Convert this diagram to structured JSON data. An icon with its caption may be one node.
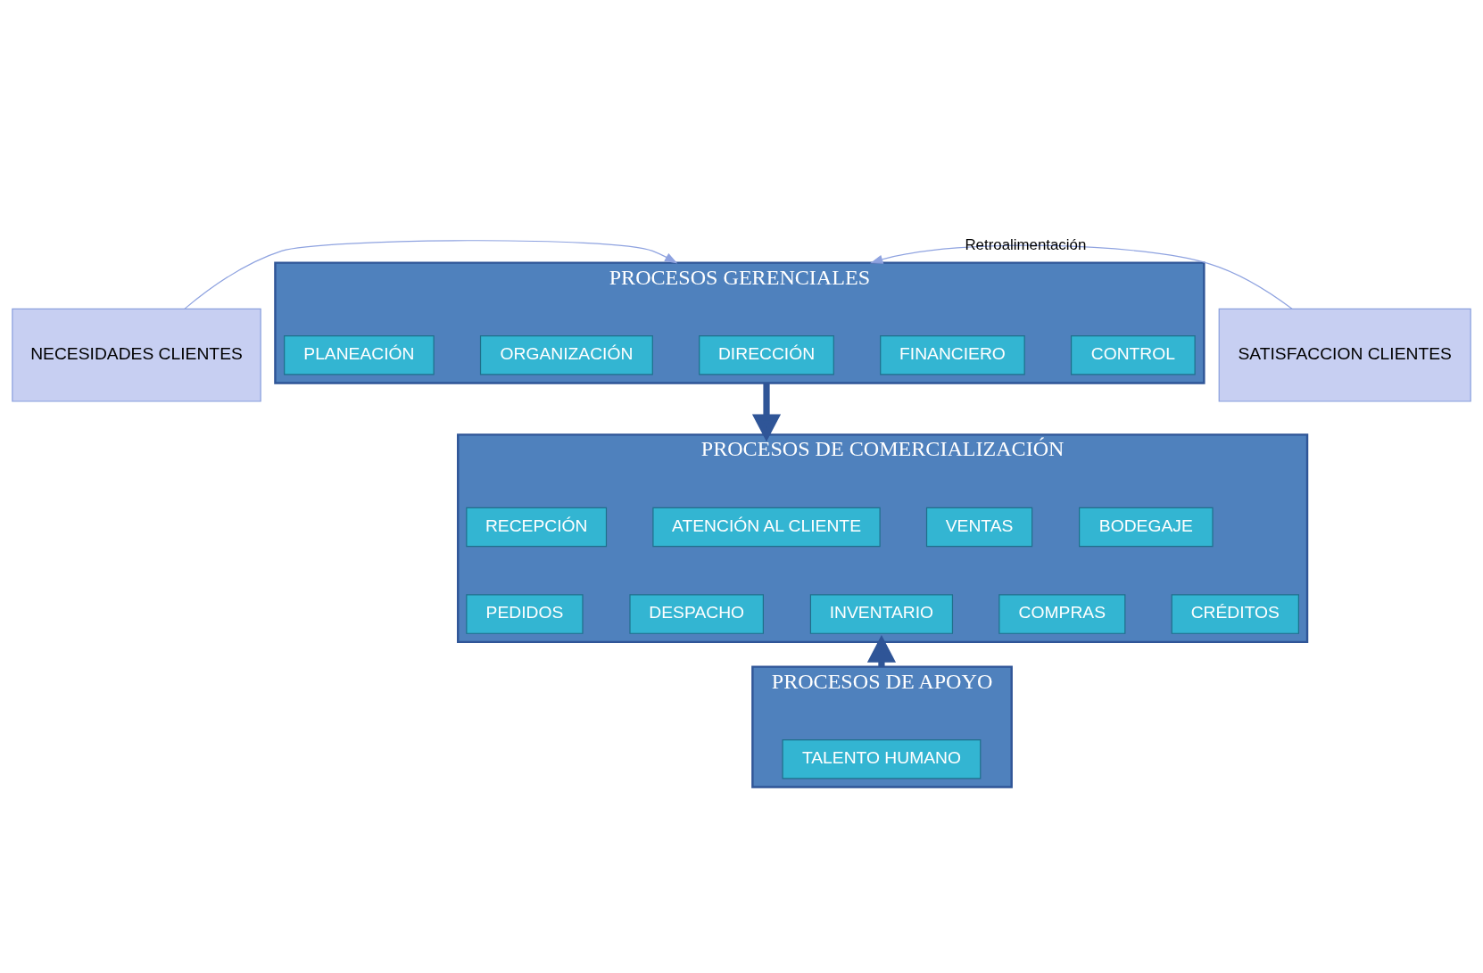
{
  "diagram": {
    "nodes": [
      {
        "text": [
          "NECESIDADES CLIENTES"
        ]
      },
      {
        "text": [
          "PROCESOS GERENCIALES"
        ]
      },
      {
        "text": [
          "PLANEACIÓN"
        ],
        "in": 1
      },
      {
        "text": [
          "ORGANIZACIÓN"
        ],
        "in": 1
      },
      {
        "text": [
          "DIRECCIÓN"
        ],
        "in": 1
      },
      {
        "text": [
          "FINANCIERO"
        ],
        "in": 1
      },
      {
        "text": [
          "CONTROL"
        ],
        "in": 1
      },
      {
        "text": [
          "PROCESOS DE COMERCIALIZACIÓN"
        ]
      },
      {
        "text": [
          "RECEPCIÓN"
        ],
        "in": 7
      },
      {
        "text": [
          "ATENCIÓN AL CLIENTE"
        ],
        "in": 7
      },
      {
        "text": [
          "VENTAS"
        ],
        "in": 7
      },
      {
        "text": [
          "BODEGAJE"
        ],
        "in": 7
      },
      {
        "text": [
          "CRÉDITOS"
        ],
        "in": 7
      },
      {
        "text": [
          "PEDIDOS"
        ],
        "in": 7
      },
      {
        "text": [
          "DESPACHO"
        ],
        "in": 7
      },
      {
        "text": [
          "INVENTARIO"
        ],
        "in": 7
      },
      {
        "text": [
          "COMPRAS"
        ],
        "in": 7
      },
      {
        "text": [
          "PROCESOS DE APOYO"
        ]
      },
      {
        "text": [
          "TALENTO HUMANO"
        ],
        "in": 17
      },
      {
        "text": [
          "SATISFACCION CLIENTES"
        ]
      }
    ],
    "edges": [
      {
        "from": 1,
        "to": 7,
        "arrow": "to",
        "style": "thick",
        "color": "#2f5597"
      },
      {
        "from": 17,
        "to": 7,
        "arrow": "to",
        "style": "thick",
        "color": "#2f5597"
      },
      {
        "from": 0,
        "to": 1,
        "arrow": "to",
        "color": "#8fa3e0"
      },
      {
        "from": 19,
        "to": 1,
        "arrow": "to",
        "label": "Retroalimentación",
        "color": "#8fa3e0"
      }
    ]
  }
}
